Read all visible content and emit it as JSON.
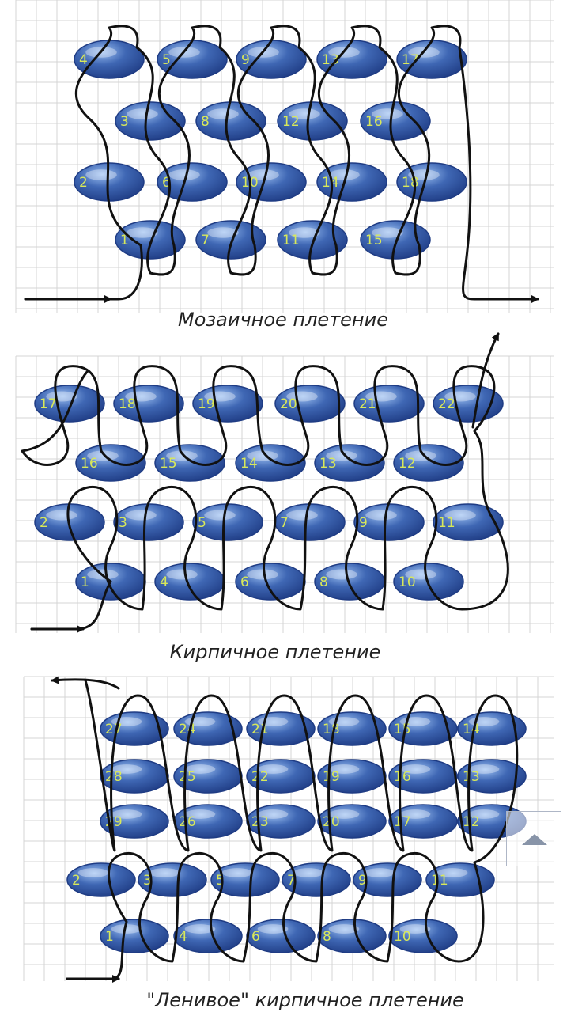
{
  "colors": {
    "bead": "#3f67b4",
    "bead_dark": "#1f3c84",
    "thread": "#111111",
    "grid": "#d4d4d4",
    "number": "#d8e85a"
  },
  "scroll_top_button": {
    "icon": "chevron-up-icon"
  },
  "panels": [
    {
      "caption": "Мозаичное плетение",
      "rows": [
        [
          "4",
          "5",
          "9",
          "13",
          "17"
        ],
        [
          "3",
          "8",
          "12",
          "16"
        ],
        [
          "2",
          "6",
          "10",
          "14",
          "18"
        ],
        [
          "1",
          "7",
          "11",
          "15"
        ]
      ]
    },
    {
      "caption": "Кирпичное плетение",
      "rows": [
        [
          "17",
          "18",
          "19",
          "20",
          "21",
          "22"
        ],
        [
          "16",
          "15",
          "14",
          "13",
          "12"
        ],
        [
          "2",
          "3",
          "5",
          "7",
          "9",
          "11"
        ],
        [
          "1",
          "4",
          "6",
          "8",
          "10"
        ]
      ]
    },
    {
      "caption": "\"Ленивое\" кирпичное плетение",
      "rows": [
        [
          "27",
          "24",
          "21",
          "18",
          "15",
          "14"
        ],
        [
          "28",
          "25",
          "22",
          "19",
          "16",
          "13"
        ],
        [
          "29",
          "26",
          "23",
          "20",
          "17",
          "12"
        ],
        [
          "2",
          "3",
          "5",
          "7",
          "9",
          "11"
        ],
        [
          "1",
          "4",
          "6",
          "8",
          "10"
        ]
      ]
    }
  ]
}
